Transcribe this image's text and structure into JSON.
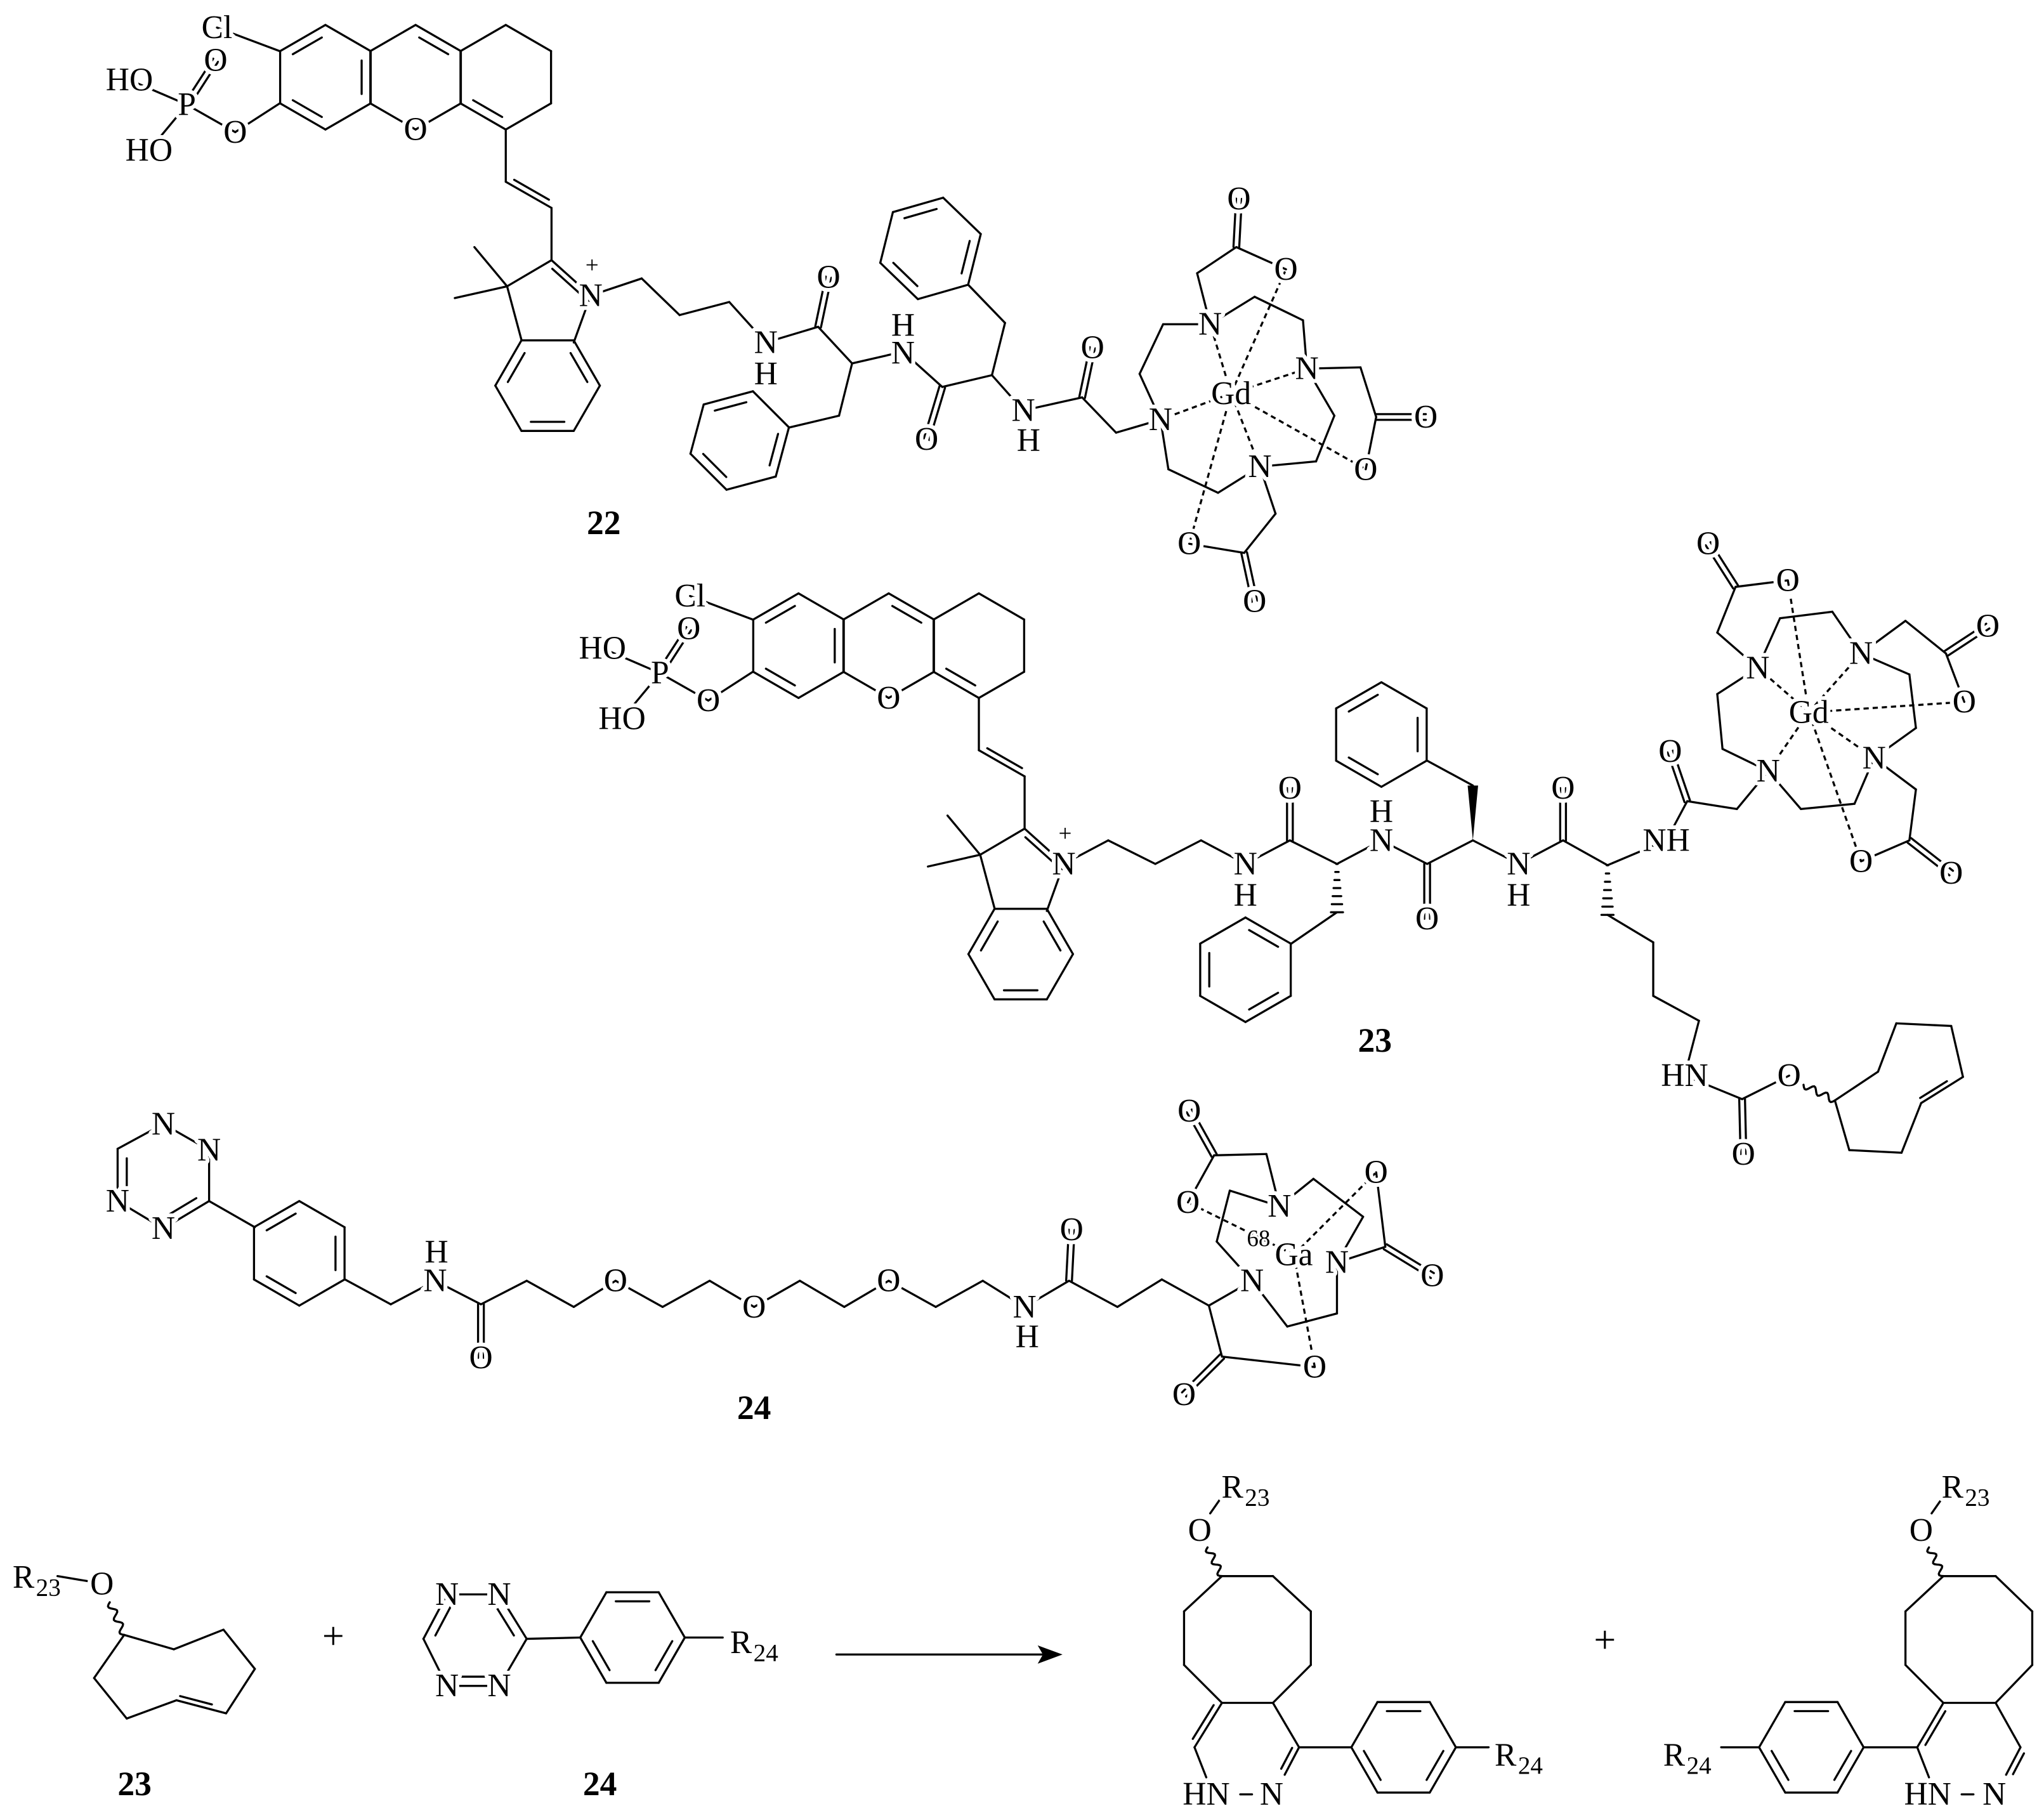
{
  "compound_22": {
    "number": "22",
    "labels": [
      "Cl",
      "HO",
      "O",
      "P",
      "HO",
      "O",
      "O",
      "N",
      "+",
      "N",
      "H",
      "O",
      "H",
      "N",
      "O",
      "N",
      "H",
      "O",
      "N",
      "Gd",
      "N",
      "N",
      "N",
      "O",
      "O",
      "O",
      "O",
      "O",
      "O"
    ]
  },
  "compound_23": {
    "number": "23",
    "labels": [
      "Cl",
      "HO",
      "O",
      "P",
      "HO",
      "O",
      "O",
      "N",
      "+",
      "N",
      "H",
      "O",
      "H",
      "N",
      "O",
      "N",
      "H",
      "O",
      "NH",
      "O",
      "N",
      "Gd",
      "N",
      "N",
      "N",
      "O",
      "O",
      "O",
      "O",
      "O",
      "O",
      "HN",
      "O",
      "O"
    ]
  },
  "compound_24": {
    "number": "24",
    "labels": [
      "N",
      "N",
      "N",
      "N",
      "H",
      "N",
      "O",
      "O",
      "O",
      "O",
      "N",
      "H",
      "O",
      "N",
      "N",
      "N",
      "Ga",
      "68",
      "O",
      "O",
      "O",
      "O",
      "O",
      "O"
    ]
  },
  "reaction": {
    "reactant_cyclooctene": {
      "number": "23",
      "substituent": "R",
      "substituent_sub": "23",
      "oxygen": "O"
    },
    "plus_1": "+",
    "reactant_tetrazine": {
      "number": "24",
      "ring_atoms": [
        "N",
        "N",
        "N",
        "N"
      ],
      "substituent": "R",
      "substituent_sub": "24"
    },
    "product_1": {
      "oxygen": "O",
      "substituent_1": "R",
      "substituent_1_sub": "23",
      "nh": "HN",
      "n": "N",
      "substituent_2": "R",
      "substituent_2_sub": "24"
    },
    "plus_2": "+",
    "product_2": {
      "oxygen": "O",
      "substituent_1": "R",
      "substituent_1_sub": "23",
      "nh": "HN",
      "n": "N",
      "substituent_2": "R",
      "substituent_2_sub": "24"
    }
  }
}
